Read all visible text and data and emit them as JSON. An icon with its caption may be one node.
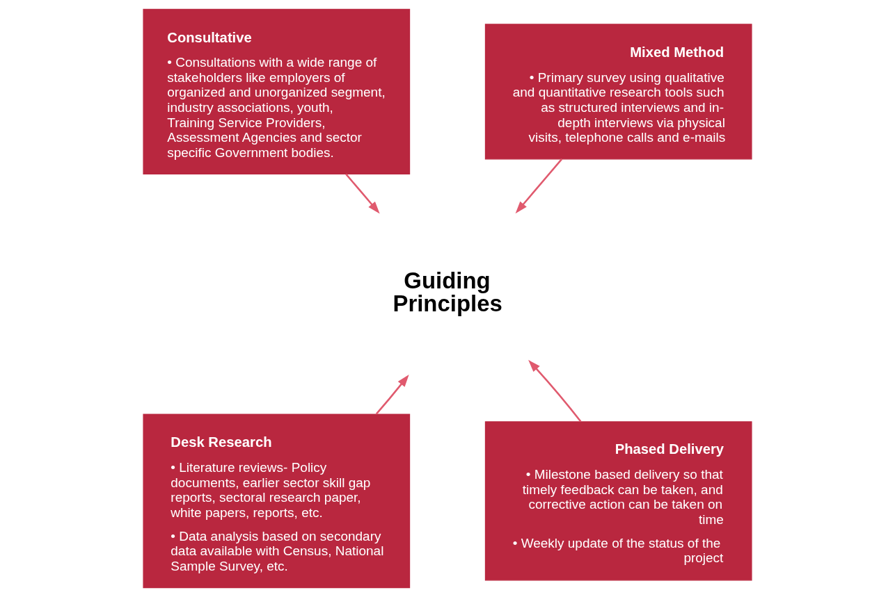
{
  "diagram": {
    "nodes": [
      {
        "text": [
          "Consultative",
          "• Consultations with a wide range of stakeholders like employers of organized and unorganized segment, industry associations, youth, Training Service Providers, Assessment Agencies and sector specific Government bodies."
        ]
      },
      {
        "text": [
          "Mixed Method",
          "• Primary survey using qualitative and quantitative research tools such as structured interviews and in-depth interviews via physical visits, telephone calls and e-mails"
        ]
      },
      {
        "text": [
          "Guiding Principles"
        ]
      },
      {
        "text": [
          "Desk Research",
          "• Literature reviews- Policy documents, earlier sector skill gap reports, sectoral research paper, white papers, reports, etc.",
          "• Data analysis based on secondary data available with Census, National Sample Survey, etc."
        ]
      },
      {
        "text": [
          "Phased Delivery",
          "• Milestone based delivery so that timely feedback can be taken, and corrective action can be taken on time",
          "• Weekly update of the status of the project"
        ]
      }
    ],
    "edges": [
      {
        "from": 0,
        "to": 2,
        "arrow": "to"
      },
      {
        "from": 1,
        "to": 2,
        "arrow": "to"
      },
      {
        "from": 3,
        "to": 2,
        "arrow": "to"
      },
      {
        "from": 4,
        "to": 2,
        "arrow": "to"
      }
    ]
  }
}
